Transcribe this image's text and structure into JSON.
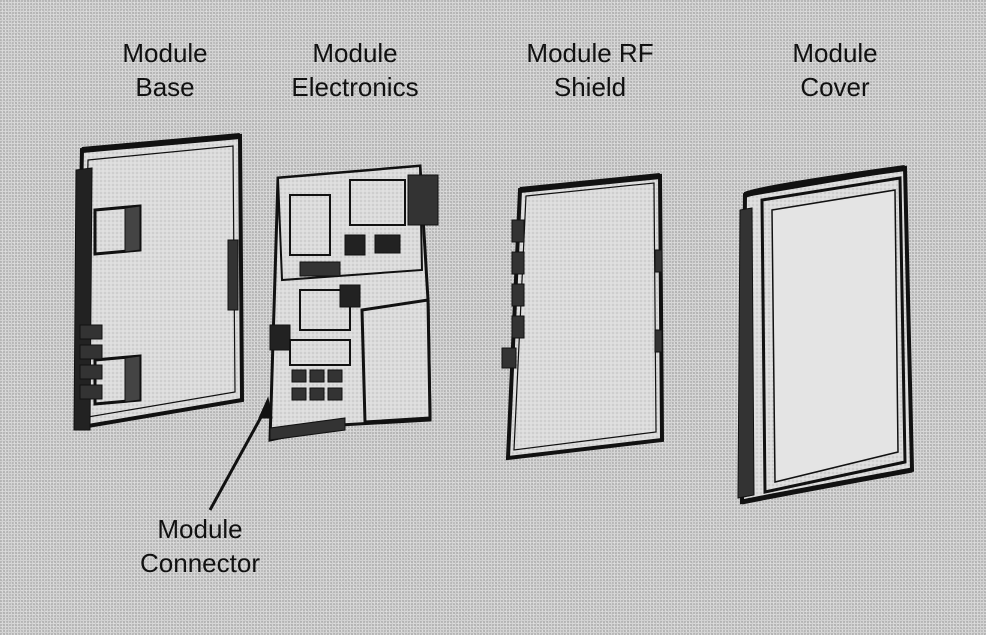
{
  "labels": {
    "module_base": "Module\nBase",
    "module_electronics": "Module\nElectronics",
    "module_rf_shield": "Module RF\nShield",
    "module_cover": "Module\nCover",
    "module_connector": "Module\nConnector"
  }
}
